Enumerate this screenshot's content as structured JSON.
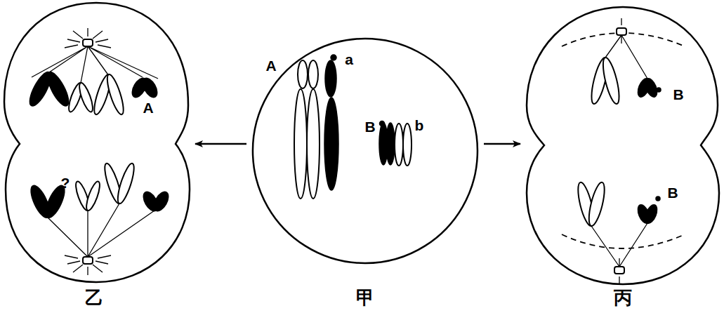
{
  "diagram": {
    "nodes": [
      {
        "text": [
          "A",
          "?",
          "乙"
        ]
      },
      {
        "text": [
          "A",
          "a",
          "B",
          "b",
          "甲"
        ]
      },
      {
        "text": [
          "B",
          "B",
          "丙"
        ]
      }
    ],
    "edges": [
      {
        "from": 1,
        "to": 0,
        "arrow": "to"
      },
      {
        "from": 1,
        "to": 2,
        "arrow": "to"
      }
    ]
  }
}
